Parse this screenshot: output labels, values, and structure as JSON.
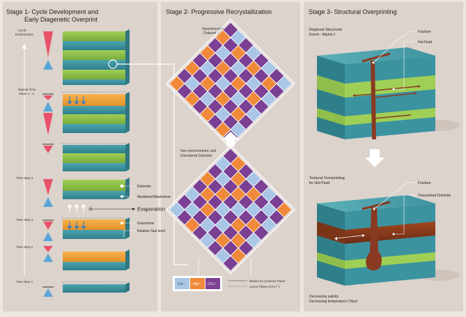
{
  "panels": {
    "stage1_title": "Stage 1- Cycle Development and",
    "stage1_subtitle": "Early Diagenetic Overprint",
    "stage2_title": "Stage 2- Progressive Recrystallization",
    "stage3_title": "Stage 3- Structural Overprinting"
  },
  "stage1": {
    "label_cyclic_1": "Cyclic",
    "label_cyclic_2": "Dolomization",
    "label_repeat_1": "Repeat Time",
    "label_repeat_2": "Steps 1 - 4",
    "time_step_4": "Time Step 4",
    "time_step_3": "Time Step 3",
    "time_step_2": "Time Step 2",
    "time_step_1": "Time Step 1",
    "legend_dolomite": "Dolomite",
    "legend_mudstone": "Mudstone/Wackstone",
    "legend_evaporation": "Evaporation",
    "legend_grainstone": "Grainstone",
    "legend_sealevel": "Relative Sea level"
  },
  "stage2": {
    "top_label_1": "Stoichiometric and",
    "top_label_2": "Ordered Dolomite",
    "bottom_label_1": "Non-stoichiometric and",
    "bottom_label_2": "Disordered Dolomite",
    "legend_ca": "Ca²⁺",
    "legend_mg": "Mg²⁺",
    "legend_co3": "CO₃²⁻",
    "legend_metal_plane": "Metal Ion (Cation) Plane",
    "legend_anion_plane": "Anion Plane (CO₃²⁻)"
  },
  "stage3": {
    "top_label_1": "Regional Structural",
    "top_label_2": "Event - Alpine I",
    "top_fracture": "Fracture",
    "top_hotfluid": "Hot Fluid",
    "bottom_label_1": "Textural Overprinting",
    "bottom_label_2": "by Hot Fluid",
    "bottom_fracture": "Fracture",
    "bottom_overprinted": "Overprinted Dolomite",
    "note_1": "Decreasing salinity",
    "note_2": "Decreasing temperature (TΔᴜr)"
  },
  "colors": {
    "background": "#ece6e0",
    "panel": "#dcd3cc",
    "teal": "#3c93a0",
    "green": "#8fc04a",
    "orange": "#f2a23a",
    "ca": "#a9c6e6",
    "mg": "#f08a3a",
    "co3": "#7b3f93",
    "sea_red": "#e8536a",
    "sea_blue": "#5aa6d8",
    "hot_fluid": "#8a3a22"
  }
}
